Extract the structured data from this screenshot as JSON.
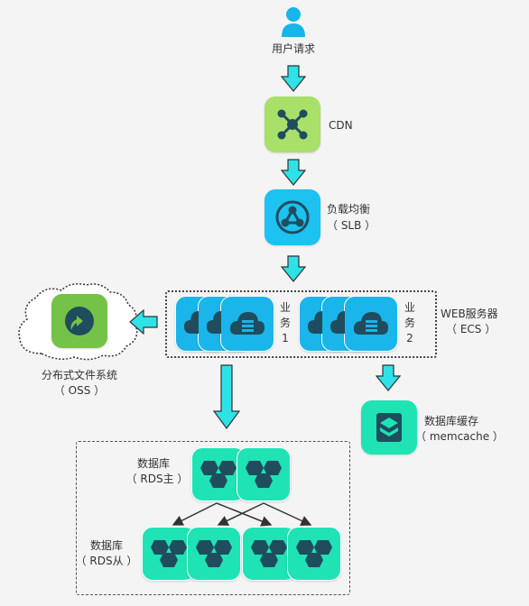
{
  "user": {
    "label": "用户请求"
  },
  "cdn": {
    "label": "CDN"
  },
  "slb": {
    "label1": "负载均衡",
    "label2": "（ SLB ）"
  },
  "ecs": {
    "label1": "WEB服务器",
    "label2": "（ ECS ）",
    "group1": {
      "c1": "业",
      "c2": "务",
      "c3": "1"
    },
    "group2": {
      "c1": "业",
      "c2": "务",
      "c3": "2"
    }
  },
  "oss": {
    "label1": "分布式文件系统",
    "label2": "（ OSS ）"
  },
  "cache": {
    "label1": "数据库缓存",
    "label2": "（ memcache ）"
  },
  "rds_master": {
    "label1": "数据库",
    "label2": "（ RDS主 ）"
  },
  "rds_slave": {
    "label1": "数据库",
    "label2": "（ RDS从 ）"
  },
  "colors": {
    "arrow": "#2ee3e8",
    "cdn_green": "#a8e06a",
    "slb_blue": "#1cc2f0",
    "ecs_blue": "#1ab5ea",
    "oss_green": "#74c247",
    "db_teal": "#1fe3b5",
    "icon_dark": "#1f4d5e"
  }
}
